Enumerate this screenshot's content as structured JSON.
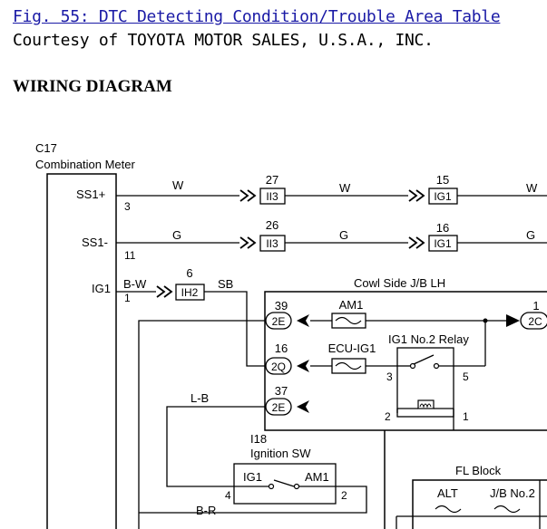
{
  "header": {
    "link": "Fig. 55: DTC Detecting Condition/Trouble Area Table",
    "courtesy": "Courtesy of TOYOTA MOTOR SALES, U.S.A., INC.",
    "title": "WIRING DIAGRAM"
  },
  "diagram": {
    "combination_meter": {
      "code": "C17",
      "name": "Combination Meter"
    },
    "pins": {
      "ss1p": {
        "name": "SS1+",
        "num": "3"
      },
      "ss1m": {
        "name": "SS1-",
        "num": "11"
      },
      "ig1": {
        "name": "IG1",
        "num": "1"
      }
    },
    "wires": {
      "ss1p_a": "W",
      "ss1p_b": "W",
      "ss1p_c": "W",
      "ss1m_a": "G",
      "ss1m_b": "G",
      "ss1m_c": "G",
      "ig1_a": "B-W",
      "ig1_b": "SB",
      "lb": "L-B",
      "br": "B-R"
    },
    "connectors": {
      "c27": {
        "num": "27",
        "label": "II3"
      },
      "c15": {
        "num": "15",
        "label": "IG1"
      },
      "c26": {
        "num": "26",
        "label": "II3"
      },
      "c16a": {
        "num": "16",
        "label": "IG1"
      },
      "c6": {
        "num": "6",
        "label": "IH2"
      }
    },
    "jb": {
      "title": "Cowl Side J/B LH",
      "t39": {
        "num": "39",
        "label": "2E"
      },
      "t16": {
        "num": "16",
        "label": "2Q"
      },
      "t37": {
        "num": "37",
        "label": "2E"
      },
      "t1": {
        "num": "1",
        "label": "2C"
      },
      "fuse_am1": "AM1",
      "fuse_ecu": "ECU-IG1",
      "relay": "IG1 No.2 Relay",
      "relay_pins": {
        "p3": "3",
        "p5": "5",
        "p2": "2",
        "p1": "1"
      }
    },
    "ignition": {
      "code": "I18",
      "name": "Ignition SW",
      "ig1": "IG1",
      "am1": "AM1",
      "pin4": "4",
      "pin2": "2"
    },
    "fl_block": {
      "title": "FL Block",
      "alt": "ALT",
      "jb2": "J/B No.2"
    }
  }
}
